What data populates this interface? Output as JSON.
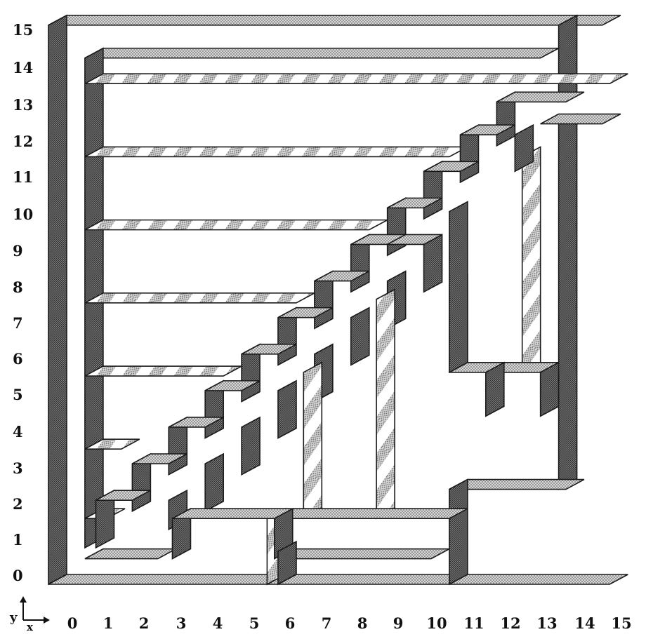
{
  "diagram": {
    "y_axis_labels": [
      "0",
      "1",
      "2",
      "3",
      "4",
      "5",
      "6",
      "7",
      "8",
      "9",
      "10",
      "11",
      "12",
      "13",
      "14",
      "15"
    ],
    "x_axis_labels": [
      "0",
      "1",
      "2",
      "3",
      "4",
      "5",
      "6",
      "7",
      "8",
      "9",
      "10",
      "11",
      "12",
      "13",
      "14",
      "15"
    ],
    "axis_indicator": {
      "y": "y",
      "x": "x"
    },
    "colors": {
      "stroke": "#1a1a1a",
      "light_fill": "#cfcfcf",
      "dark_fill": "#5a5a5a",
      "stripe": "#7a7a7a",
      "background": "#ffffff"
    }
  }
}
